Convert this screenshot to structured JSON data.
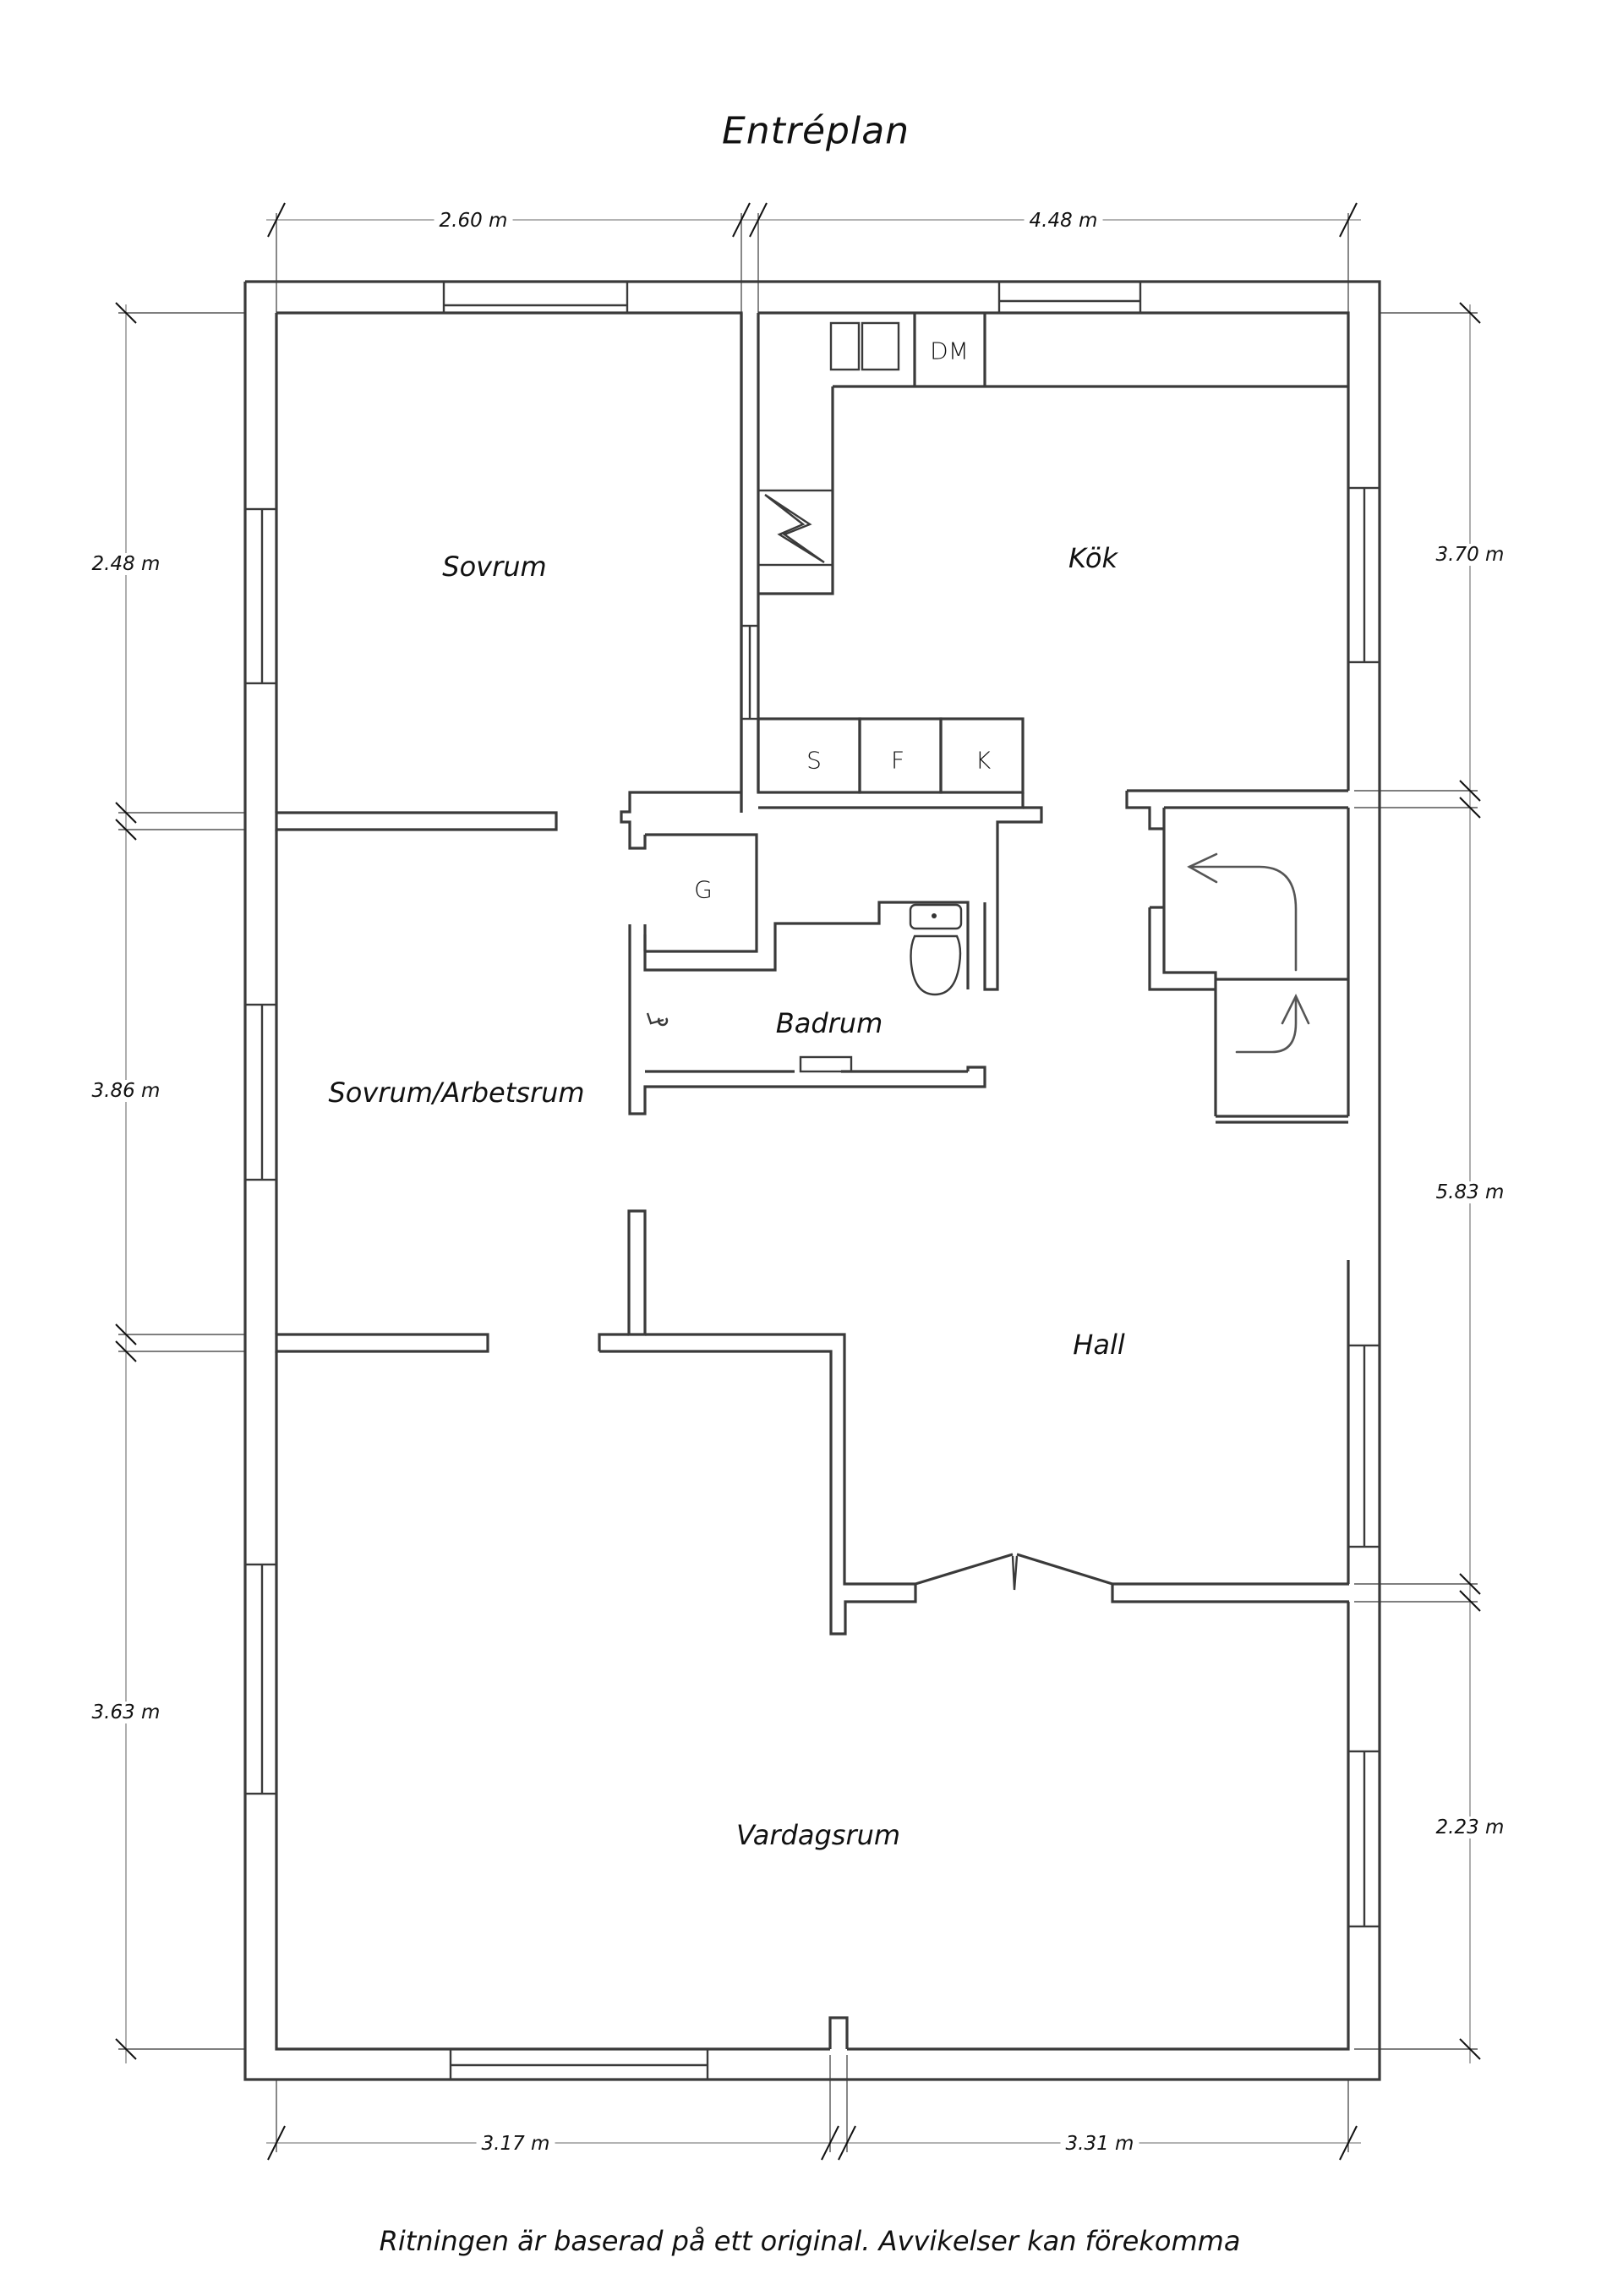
{
  "title": "Entréplan",
  "rooms": {
    "sovrum": "Sovrum",
    "kok": "Kök",
    "sovrum_arbetsrum": "Sovrum/Arbetsrum",
    "badrum": "Badrum",
    "hall": "Hall",
    "vardagsrum": "Vardagsrum"
  },
  "fixtures": {
    "dishwasher": "DM",
    "s": "S",
    "f": "F",
    "k": "K",
    "g": "G"
  },
  "dimensions": {
    "top_left": "2.60 m",
    "top_right": "4.48 m",
    "bottom_left": "3.17 m",
    "bottom_right": "3.31 m",
    "left_top": "2.48 m",
    "left_mid": "3.86 m",
    "left_bottom": "3.63 m",
    "right_top": "3.70 m",
    "right_mid": "5.83 m",
    "right_bottom": "2.23 m"
  },
  "footer": "Ritningen är baserad på ett original. Avvikelser kan förekomma"
}
